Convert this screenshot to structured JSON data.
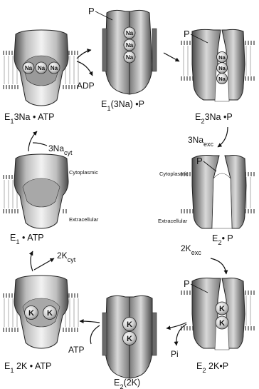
{
  "labels": {
    "p": "P",
    "na": "Na",
    "k": "K",
    "adp": "ADP",
    "atp": "ATP",
    "pi": "Pi",
    "cytoplasmic": "Cytoplasmic",
    "extracellular": "Extracellular"
  },
  "states": [
    {
      "id": "e1-3na-atp",
      "parts": [
        {
          "t": "E"
        },
        {
          "t": "1",
          "sub": true
        },
        {
          "t": "3Na • ATP"
        }
      ]
    },
    {
      "id": "e1-3na-p",
      "parts": [
        {
          "t": "E"
        },
        {
          "t": "1",
          "sub": true
        },
        {
          "t": "(3Na) •P"
        }
      ]
    },
    {
      "id": "e2-3na-p",
      "parts": [
        {
          "t": "E"
        },
        {
          "t": "2",
          "sub": true
        },
        {
          "t": "3Na •P"
        }
      ]
    },
    {
      "id": "e2-p",
      "parts": [
        {
          "t": "E"
        },
        {
          "t": "2",
          "sub": true
        },
        {
          "t": "• P"
        }
      ]
    },
    {
      "id": "e2-2k-p",
      "parts": [
        {
          "t": "E"
        },
        {
          "t": "2",
          "sub": true
        },
        {
          "t": " 2K•P"
        }
      ]
    },
    {
      "id": "e2-2k",
      "parts": [
        {
          "t": "E"
        },
        {
          "t": "2",
          "sub": true
        },
        {
          "t": "(2K)"
        }
      ]
    },
    {
      "id": "e1-2k-atp",
      "parts": [
        {
          "t": "E"
        },
        {
          "t": "1",
          "sub": true
        },
        {
          "t": " 2K • ATP"
        }
      ]
    },
    {
      "id": "e1-atp",
      "parts": [
        {
          "t": "E"
        },
        {
          "t": "1",
          "sub": true
        },
        {
          "t": " • ATP"
        }
      ]
    }
  ],
  "transitions": {
    "na_cyt": [
      {
        "t": "3Na"
      },
      {
        "t": "cyt",
        "sub": true
      }
    ],
    "na_exc": [
      {
        "t": "3Na"
      },
      {
        "t": "exc",
        "sub": true
      }
    ],
    "k_exc": [
      {
        "t": "2K"
      },
      {
        "t": "exc",
        "sub": true
      }
    ],
    "k_cyt": [
      {
        "t": "2K"
      },
      {
        "t": "cyt",
        "sub": true
      }
    ]
  }
}
